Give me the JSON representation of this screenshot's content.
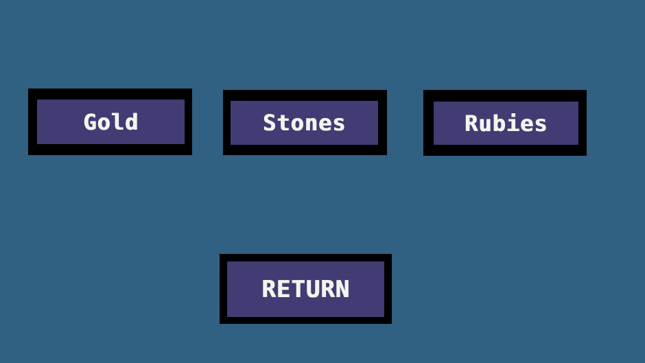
{
  "menu": {
    "options": [
      {
        "label": "Gold"
      },
      {
        "label": "Stones"
      },
      {
        "label": "Rubies"
      }
    ],
    "return_label": "RETURN"
  },
  "colors": {
    "background": "#306082",
    "button_fill": "#413c73",
    "button_border": "#000000",
    "text": "#f4f4ee"
  }
}
